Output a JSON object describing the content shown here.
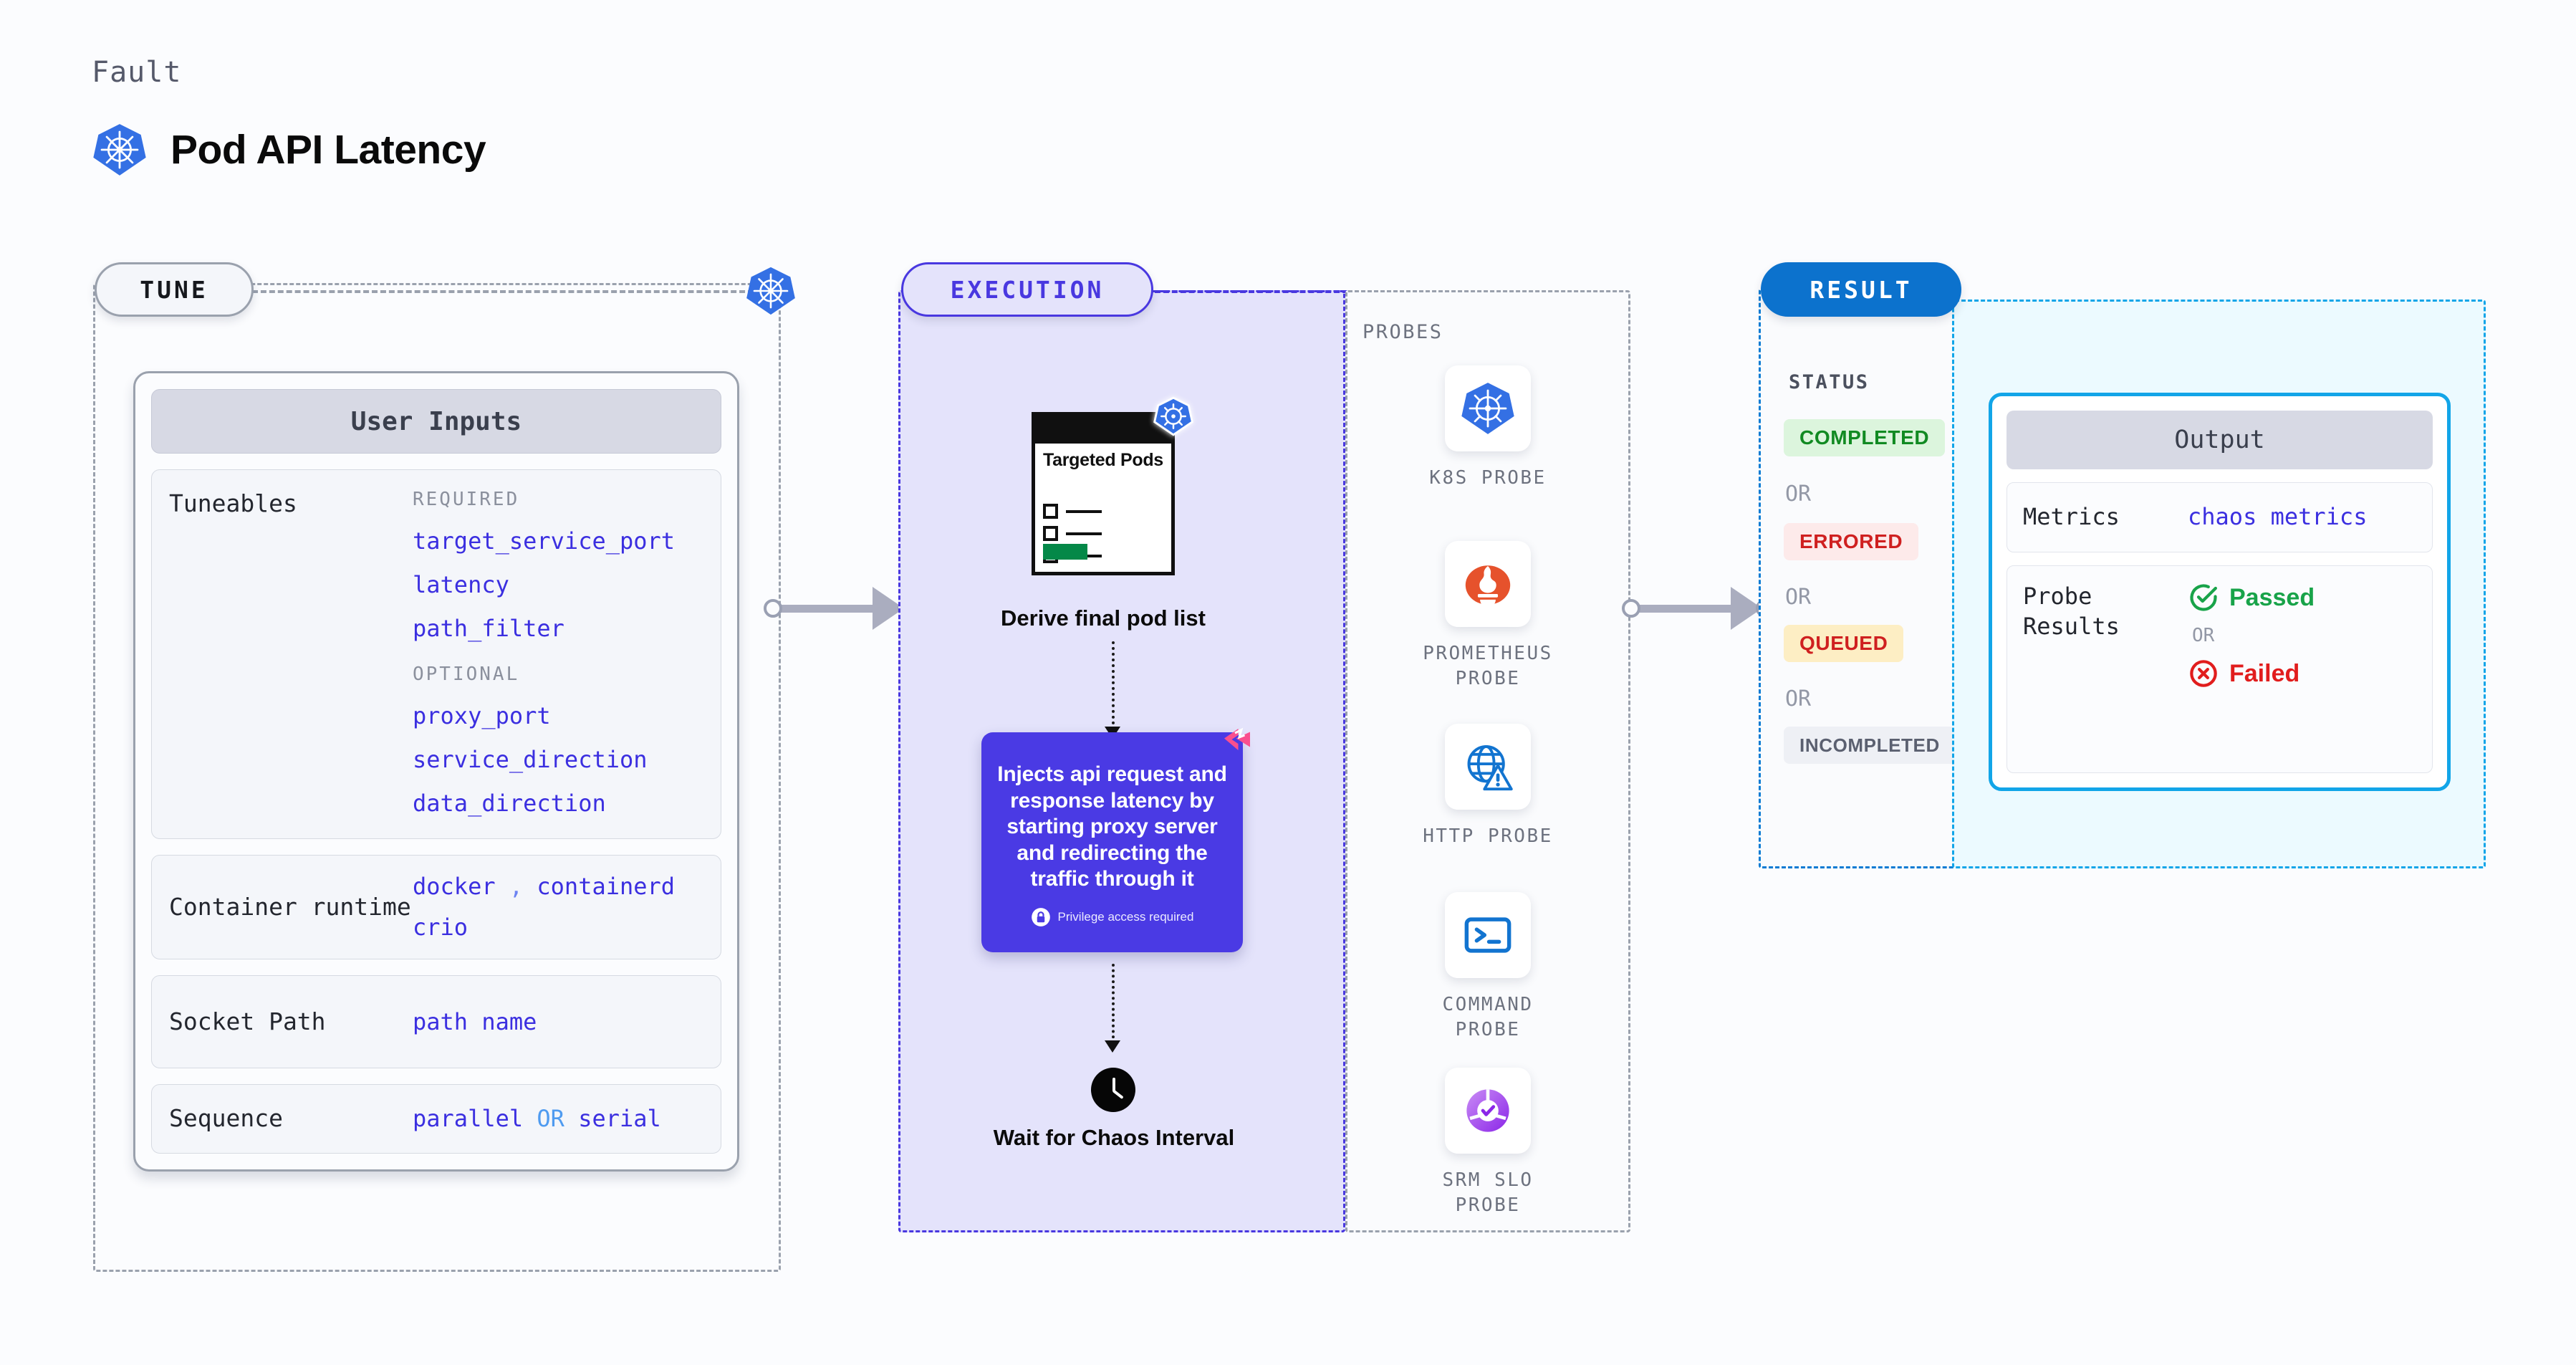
{
  "header": {
    "kicker": "Fault",
    "title": "Pod API Latency",
    "icon": "kubernetes-icon"
  },
  "colors": {
    "k8s_blue": "#3470e4",
    "accent_purple": "#4a3ae4",
    "result_blue": "#0c72cd",
    "output_cyan": "#12a5e8",
    "mono_blue": "#3b2fe0",
    "passed_green": "#18a349",
    "failed_red": "#e11d1d"
  },
  "tune": {
    "pill_label": "TUNE",
    "card": {
      "title": "User Inputs",
      "tuneables": {
        "key": "Tuneables",
        "required_label": "REQUIRED",
        "required": [
          "target_service_port",
          "latency",
          "path_filter"
        ],
        "optional_label": "OPTIONAL",
        "optional": [
          "proxy_port",
          "service_direction",
          "data_direction"
        ]
      },
      "container_runtime": {
        "key": "Container runtime",
        "values": [
          "docker",
          "containerd",
          "crio"
        ],
        "separator": ","
      },
      "socket_path": {
        "key": "Socket Path",
        "value": "path name"
      },
      "sequence": {
        "key": "Sequence",
        "value_a": "parallel",
        "or": "OR",
        "value_b": "serial"
      }
    }
  },
  "execution": {
    "pill_label": "EXECUTION",
    "steps": [
      {
        "icon": "targeted-pods-document-icon",
        "doc_title": "Targeted Pods",
        "label": "Derive final pod list"
      },
      {
        "icon": "harness-mark-icon",
        "label": "Injects api request and response latency by starting proxy server and redirecting the traffic through it",
        "note": "Privilege access required",
        "note_icon": "lock-icon"
      },
      {
        "icon": "clock-icon",
        "label": "Wait for Chaos Interval"
      }
    ]
  },
  "probes": {
    "title": "PROBES",
    "items": [
      {
        "name": "K8S  PROBE",
        "icon": "kubernetes-icon"
      },
      {
        "name": "PROMETHEUS PROBE",
        "icon": "prometheus-icon"
      },
      {
        "name": "HTTP  PROBE",
        "icon": "globe-warning-icon"
      },
      {
        "name": "COMMAND PROBE",
        "icon": "terminal-icon"
      },
      {
        "name": "SRM SLO PROBE",
        "icon": "srm-slo-icon"
      }
    ]
  },
  "result": {
    "pill_label": "RESULT",
    "status_title": "STATUS",
    "or_label": "OR",
    "statuses": [
      {
        "label": "COMPLETED",
        "bg": "#dcf5dd",
        "fg": "#118a22"
      },
      {
        "label": "ERRORED",
        "bg": "#fdeaea",
        "fg": "#cf2020"
      },
      {
        "label": "QUEUED",
        "bg": "#fdeec4",
        "fg": "#cf2020"
      },
      {
        "label": "INCOMPLETED",
        "bg": "#eef0f5",
        "fg": "#5b6070"
      }
    ],
    "output": {
      "title": "Output",
      "metrics": {
        "key": "Metrics",
        "value": "chaos metrics"
      },
      "probe_results": {
        "key": "Probe Results",
        "passed": "Passed",
        "or": "OR",
        "failed": "Failed",
        "passed_icon": "check-circle-icon",
        "failed_icon": "x-circle-icon"
      }
    }
  }
}
